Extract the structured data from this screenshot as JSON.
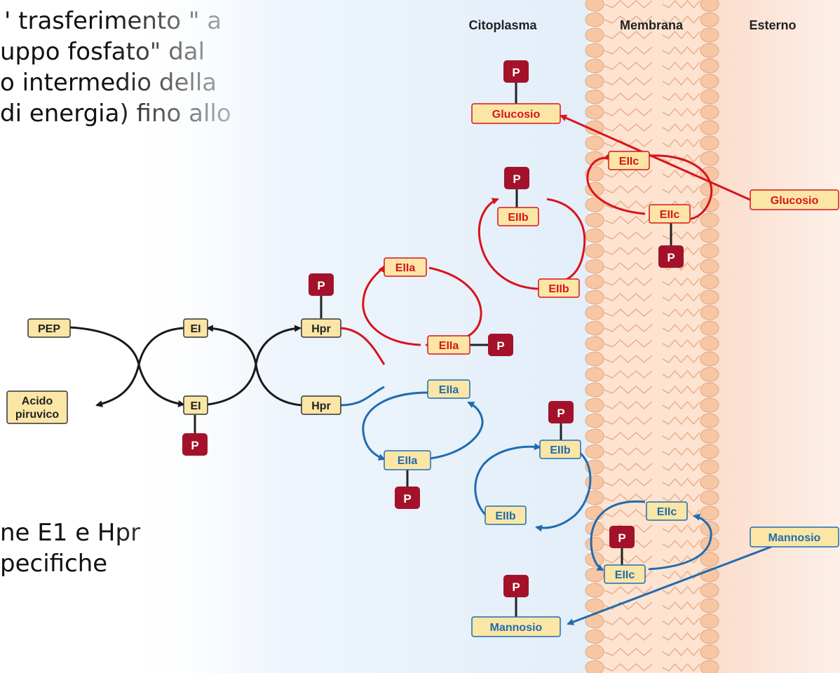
{
  "slide_text": {
    "top_lines": [
      "' trasferimento \" a",
      "uppo fosfato\" dal",
      "o intermedio della",
      " di energia) fino allo"
    ],
    "bottom_lines": [
      "ne E1 e Hpr",
      "pecifiche"
    ]
  },
  "regions": {
    "cytoplasm": "Citoplasma",
    "membrane": "Membrana",
    "exterior": "Esterno"
  },
  "phospho_label": "P",
  "nodes": {
    "pep": "PEP",
    "pyruvic_acid_line1": "Acido",
    "pyruvic_acid_line2": "piruvico",
    "ei_top": "EI",
    "ei_bottom": "EI",
    "hpr_top": "Hpr",
    "hpr_bottom": "Hpr",
    "glucose_in": "Glucosio",
    "glucose_out": "Glucosio",
    "eiic_glc_top": "EIIc",
    "eiic_glc_bottom": "EIIc",
    "eiib_glc_top": "EIIb",
    "eiib_glc_bottom": "EIIb",
    "eiia_glc_top": "EIIa",
    "eiia_glc_bottom": "EIIa",
    "eiia_man_top": "EIIa",
    "eiia_man_bottom": "EIIa",
    "eiib_man_top": "EIIb",
    "eiib_man_bottom": "EIIb",
    "eiic_man_top": "EIIc",
    "eiic_man_bottom": "EIIc",
    "mannose_out": "Mannosio",
    "mannose_in": "Mannosio"
  },
  "colors": {
    "glucose_pathway": "#d8141c",
    "mannose_pathway": "#1f6cb0",
    "core_pathway": "#1a1a1a",
    "box_fill": "#fbe6a6",
    "phosphate_fill": "#a3122a",
    "membrane": "#f7c7a4"
  }
}
